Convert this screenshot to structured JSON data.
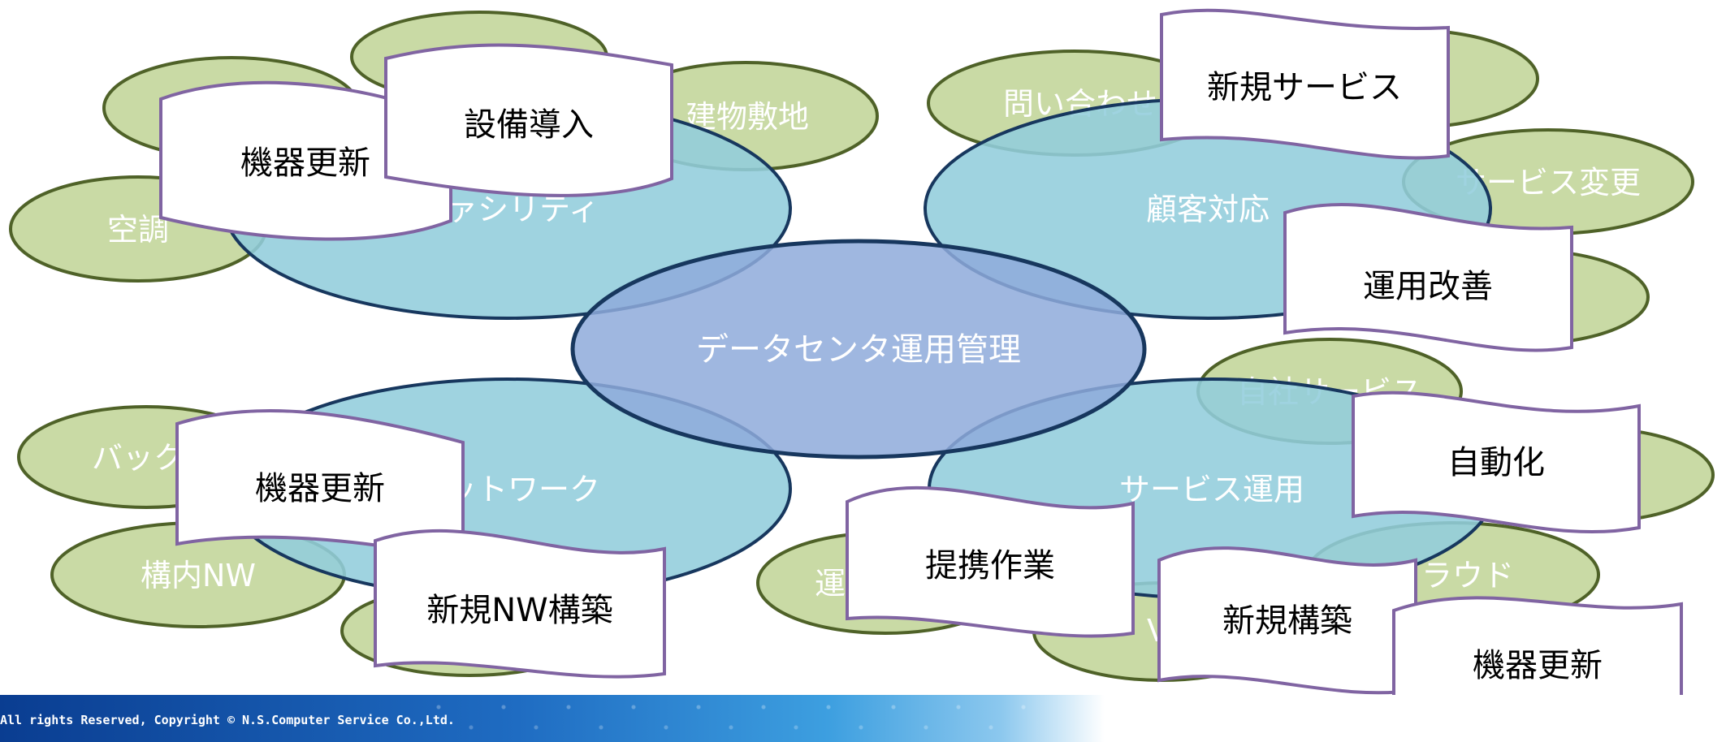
{
  "center": {
    "label": "データセンタ運用管理"
  },
  "quadrants": {
    "facility": {
      "label": "ファシリティ"
    },
    "customer": {
      "label": "顧客対応"
    },
    "network": {
      "label": "ネットワーク"
    },
    "service": {
      "label": "サービス運用"
    }
  },
  "leaves": {
    "facility": [
      "空調",
      "建物敷地"
    ],
    "customer": [
      "問い合わせ",
      "サービス変更"
    ],
    "network": [
      "バック",
      "構内NW"
    ],
    "service": [
      "自社サービス",
      "クラウド",
      "運",
      "V"
    ]
  },
  "banners": {
    "facility": [
      "機器更新",
      "設備導入"
    ],
    "customer": [
      "新規サービス",
      "運用改善"
    ],
    "network": [
      "機器更新",
      "新規NW構築"
    ],
    "service": [
      "自動化",
      "提携作業",
      "新規構築",
      "機器更新"
    ]
  },
  "footer": {
    "copyright": "All rights Reserved, Copyright © N.S.Computer Service Co.,Ltd."
  },
  "colors": {
    "leaf_fill": "#c3d69b",
    "leaf_stroke": "#4f6228",
    "quadrant_fill": "#92cddc",
    "quadrant_stroke": "#17375e",
    "center_fill": "#8eaadb",
    "banner_stroke": "#8064a2"
  }
}
